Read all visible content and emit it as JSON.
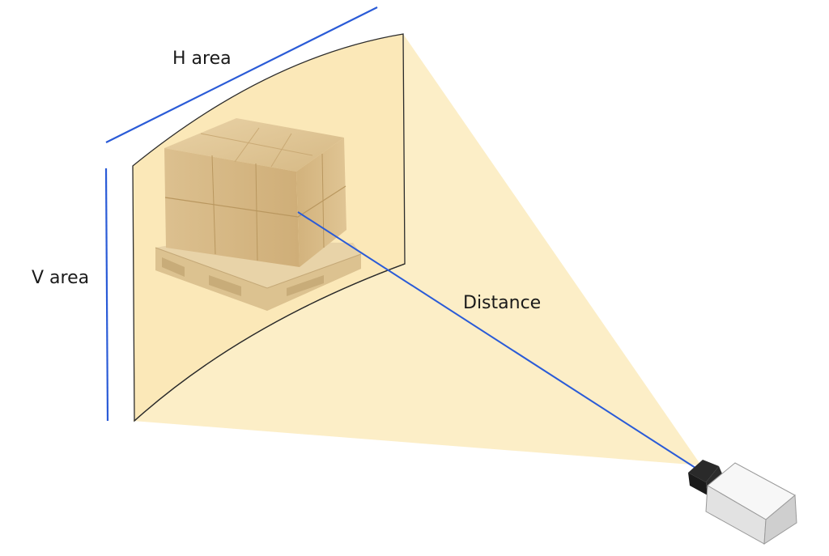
{
  "labels": {
    "h_area": "H area",
    "v_area": "V area",
    "distance": "Distance"
  },
  "colors": {
    "fov_fill": "#fcedc4",
    "measure_line": "#2a5bd7",
    "outline": "#2b2b2b",
    "box": "#d8bb87",
    "pallet": "#e6cfa1",
    "camera_body": "#ececec",
    "camera_lens": "#1f1f1f"
  },
  "icons": {
    "camera": "camera-icon",
    "cargo": "pallet-boxes-icon"
  }
}
